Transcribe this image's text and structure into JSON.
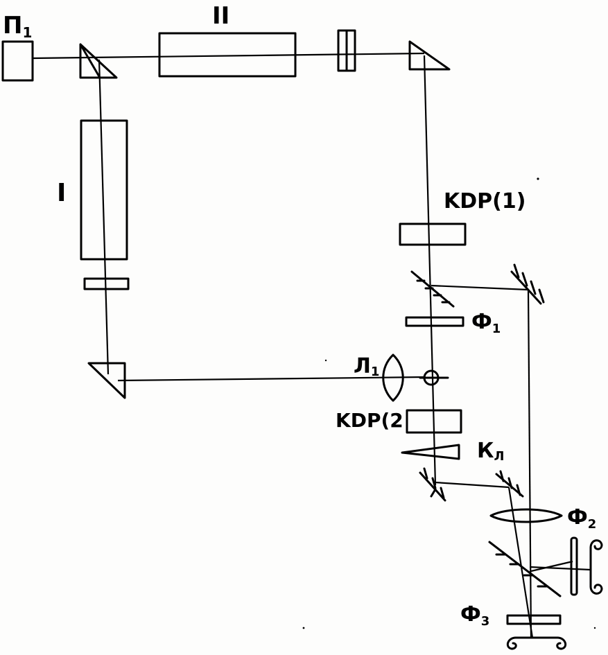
{
  "labels": {
    "p1": "П",
    "p1_sub": "1",
    "amp2": "II",
    "amp1": "I",
    "kdp1": "KDP(1)",
    "f1": "Ф",
    "f1_sub": "1",
    "l1": "Л",
    "l1_sub": "1",
    "kdp2": "KDP(2",
    "kl": "К",
    "kl_sub": "Л",
    "f2": "Ф",
    "f2_sub": "2",
    "f3": "Ф",
    "f3_sub": "3"
  }
}
